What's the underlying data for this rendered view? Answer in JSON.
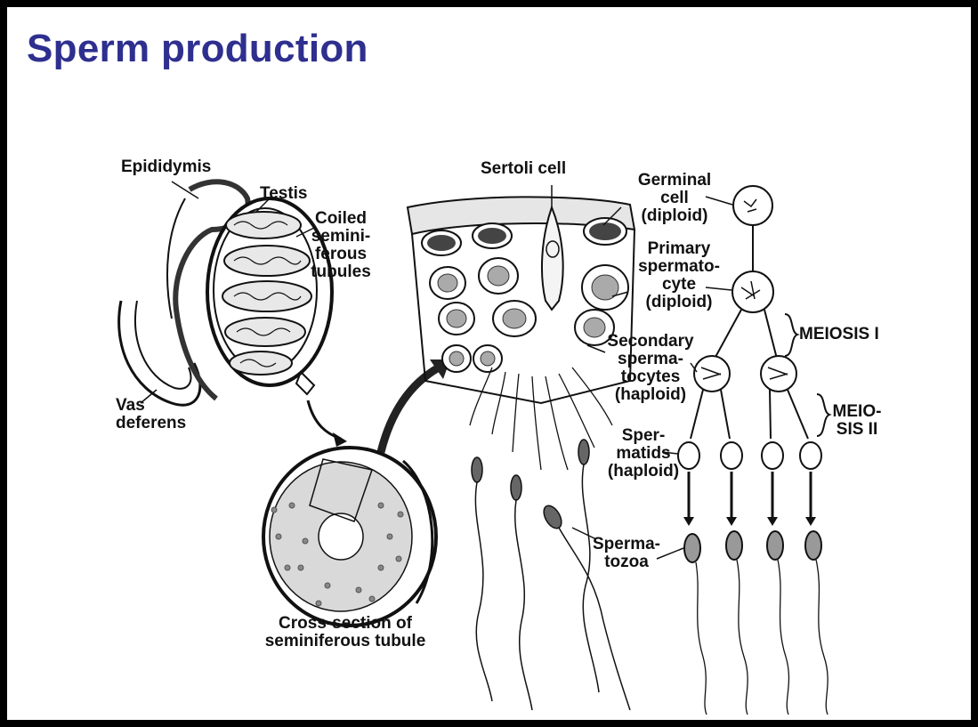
{
  "slide": {
    "title": "Sperm production"
  },
  "labels": {
    "epididymis": "Epididymis",
    "testis": "Testis",
    "coiled_tubules": [
      "Coiled",
      "semini-",
      "ferous",
      "tubules"
    ],
    "vas_deferens": [
      "Vas",
      "deferens"
    ],
    "cross_section": [
      "Cross-section of",
      "seminiferous tubule"
    ],
    "sertoli_cell": "Sertoli cell",
    "germinal_cell": [
      "Germinal",
      "cell",
      "(diploid)"
    ],
    "primary_spermatocyte": [
      "Primary",
      "spermato-",
      "cyte",
      "(diploid)"
    ],
    "secondary_spermatocytes": [
      "Secondary",
      "sperma-",
      "tocytes",
      "(haploid)"
    ],
    "spermatids": [
      "Sper-",
      "matids",
      "(haploid)"
    ],
    "spermatozoa": [
      "Sperma-",
      "tozoa"
    ],
    "meiosis_1": "MEIOSIS I",
    "meiosis_2": [
      "MEIO-",
      "SIS II"
    ]
  },
  "colors": {
    "title": "#2e2f8f",
    "ink": "#111111",
    "frame": "#000000"
  }
}
